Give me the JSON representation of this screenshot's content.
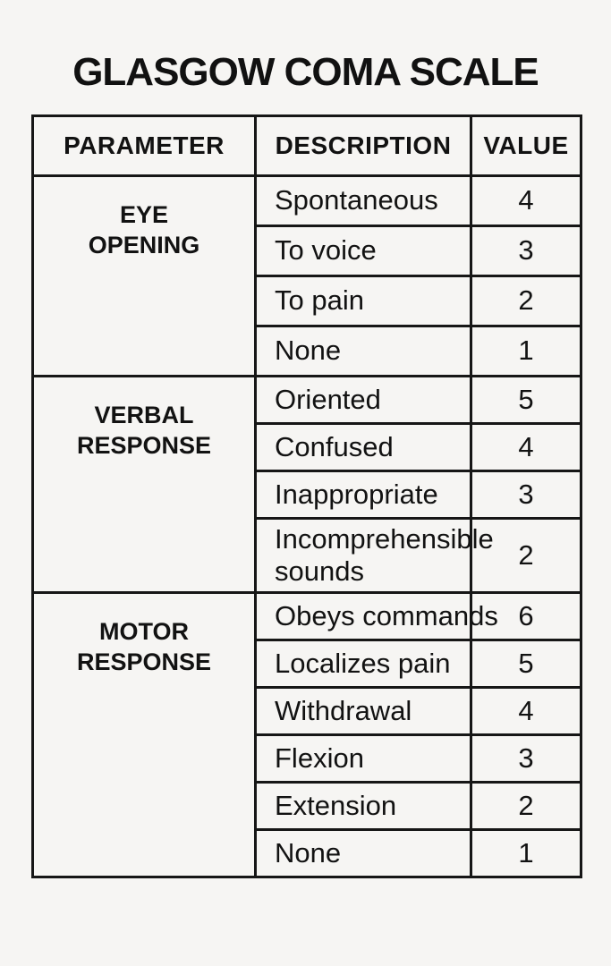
{
  "title": "GLASGOW COMA SCALE",
  "colors": {
    "background": "#f6f5f3",
    "border": "#161616",
    "text": "#121212"
  },
  "table": {
    "headers": [
      "PARAMETER",
      "DESCRIPTION",
      "VALUE"
    ],
    "sections": [
      {
        "parameter": "EYE OPENING",
        "parameter_lines": [
          "EYE",
          "OPENING"
        ],
        "rows": [
          {
            "description": "Spontaneous",
            "value": 4
          },
          {
            "description": "To voice",
            "value": 3
          },
          {
            "description": "To pain",
            "value": 2
          },
          {
            "description": "None",
            "value": 1
          }
        ]
      },
      {
        "parameter": "VERBAL RESPONSE",
        "parameter_lines": [
          "VERBAL",
          "RESPONSE"
        ],
        "rows": [
          {
            "description": "Oriented",
            "value": 5
          },
          {
            "description": "Confused",
            "value": 4
          },
          {
            "description": "Inappropriate",
            "value": 3
          },
          {
            "description": "Incomprehensible\nsounds",
            "value": 2
          }
        ]
      },
      {
        "parameter": "MOTOR RESPONSE",
        "parameter_lines": [
          "MOTOR",
          "RESPONSE"
        ],
        "rows": [
          {
            "description": "Obeys commands",
            "value": 6
          },
          {
            "description": "Localizes pain",
            "value": 5
          },
          {
            "description": "Withdrawal",
            "value": 4
          },
          {
            "description": "Flexion",
            "value": 3
          },
          {
            "description": "Extension",
            "value": 2
          },
          {
            "description": "None",
            "value": 1
          }
        ]
      }
    ]
  }
}
